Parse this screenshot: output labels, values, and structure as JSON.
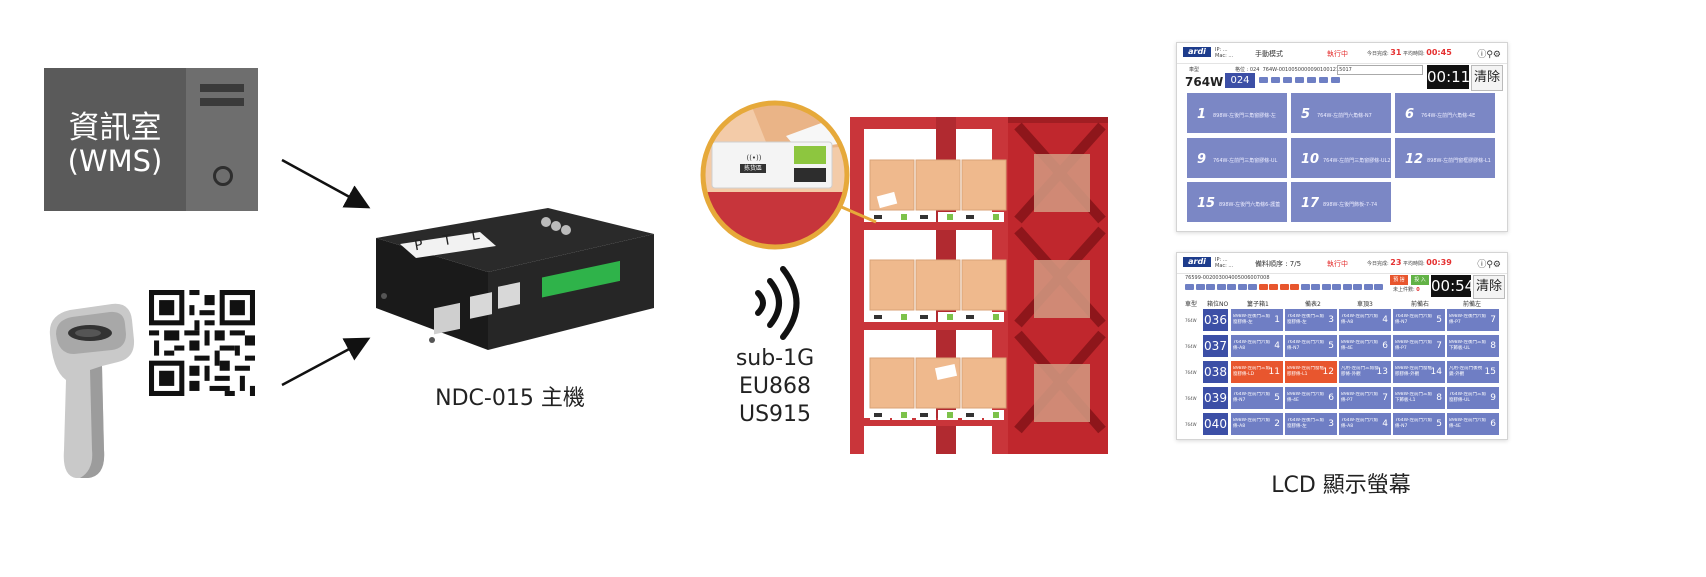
{
  "server": {
    "line1": "資訊室",
    "line2": "(WMS)"
  },
  "device": {
    "label": "NDC-015 主機",
    "top_text": "P T L"
  },
  "wireless": {
    "line1": "sub-1G",
    "line2": "EU868",
    "line3": "US915"
  },
  "tag": {
    "text": "拣货區"
  },
  "lcd": {
    "label": "LCD 顯示螢幕"
  },
  "screen1": {
    "mode": "手動模式",
    "status": "執行中",
    "stat_label": "今日完成:",
    "stat_done": "31",
    "stat_time_label": "平均時間:",
    "stat_time": "00:45",
    "vehicle_label": "車型",
    "vehicle": "764W",
    "slot": "024",
    "scan_label": "格位 : 024",
    "scan_code": "764W-00100500000901001215017",
    "timer": "00:11",
    "clear": "清除",
    "cards": [
      {
        "num": "1",
        "desc": "898W-左後門三角窗膠條-左"
      },
      {
        "num": "5",
        "desc": "764W-左前門六角條-N7"
      },
      {
        "num": "6",
        "desc": "764W-左前門六角條-4E"
      },
      {
        "num": "9",
        "desc": "764W-左前門三角窗膠條-UL"
      },
      {
        "num": "10",
        "desc": "764W-左前門三角窗膠條-UL2"
      },
      {
        "num": "12",
        "desc": "898W-左前門窗框膠膠條-L1"
      },
      {
        "num": "15",
        "desc": "898W-左後門六角條6-護蓋"
      },
      {
        "num": "17",
        "desc": "898W-左後門飾板-7-74"
      }
    ]
  },
  "screen2": {
    "mode": "備料順序 : 7/5",
    "status": "執行中",
    "stat_label": "今日完成:",
    "stat_done": "23",
    "stat_time_label": "平均時間:",
    "stat_time": "00:39",
    "scan_code": "76599-002003004005006007008",
    "btn_prev": "預 捨",
    "btn_in": "投 入",
    "count_label": "未上件數:",
    "count": "0",
    "timer": "00:54",
    "clear": "清除",
    "headers": [
      "車型",
      "箱位NO",
      "簍子箱1",
      "備表2",
      "車頂3",
      "前備右",
      "前備左"
    ],
    "rows": [
      {
        "label": "764W",
        "id": "036",
        "cells": [
          [
            "898W-左後門三角窗膠條-左",
            "1"
          ],
          [
            "764W-左後門三角窗膠條-左",
            "3"
          ],
          [
            "764W-左前門六角條-A8",
            "4"
          ],
          [
            "764W-左前門六角條-N7",
            "5"
          ],
          [
            "898W-左後門六角條-P7",
            "7"
          ]
        ]
      },
      {
        "label": "764W",
        "id": "037",
        "cells": [
          [
            "764W-左前門六角條-A8",
            "4"
          ],
          [
            "764W-左前門六角條-N7",
            "5"
          ],
          [
            "898W-左前門六角條-4E",
            "6"
          ],
          [
            "898W-左前門六角條-P7",
            "7"
          ],
          [
            "898W-左後門三角下飾板-UL",
            "8"
          ]
        ]
      },
      {
        "label": "764W",
        "id": "038",
        "cells": [
          [
            "898W-左前門三角窗膠條-LD",
            "11"
          ],
          [
            "898W-左前門窗框膠膠條-L1",
            "12"
          ],
          [
            "凡用-左前門三角窗膠條-外觀",
            "13"
          ],
          [
            "898W-左前門窗框膠膠條-外觀",
            "14"
          ],
          [
            "凡用-左前門後視鏡-外觀",
            "15"
          ]
        ]
      },
      {
        "label": "764W",
        "id": "039",
        "cells": [
          [
            "764W-左前門六角條-N7",
            "5"
          ],
          [
            "898W-左前門六角條-4E",
            "6"
          ],
          [
            "898W-左前門六角條-P7",
            "7"
          ],
          [
            "898W-左前門三角下飾板-L1",
            "8"
          ],
          [
            "764W-左前門三角窗膠條-UL",
            "9"
          ]
        ]
      },
      {
        "label": "764W",
        "id": "040",
        "cells": [
          [
            "898W-左前門六角條-A8",
            "2"
          ],
          [
            "764W-左後門三角窗膠條-左",
            "3"
          ],
          [
            "764W-左前門六角條-A8",
            "4"
          ],
          [
            "764W-左前門六角條-N7",
            "5"
          ],
          [
            "898W-左前門六角條-4E",
            "6"
          ]
        ]
      }
    ]
  }
}
